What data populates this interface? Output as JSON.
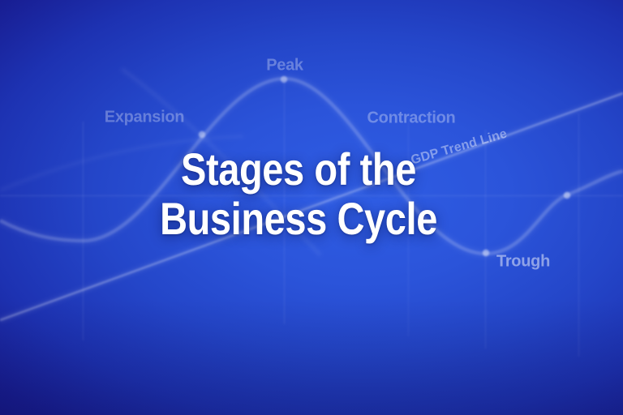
{
  "slide": {
    "title_line1": "Stages of the",
    "title_line2": "Business Cycle"
  },
  "diagram": {
    "peak_label": "Peak",
    "expansion_label": "Expansion",
    "contraction_label": "Contraction",
    "trough_label": "Trough",
    "trend_line_label": "GDP Trend Line"
  },
  "colors": {
    "background_center": "#2e5ce2",
    "background_edge": "#13117a",
    "title_text": "#ffffff",
    "stage_label_dim": "#5b66c4",
    "stage_label_bright": "#8599e3",
    "curve_line": "#4b73e3",
    "marker_dot": "#8aa4ee"
  }
}
